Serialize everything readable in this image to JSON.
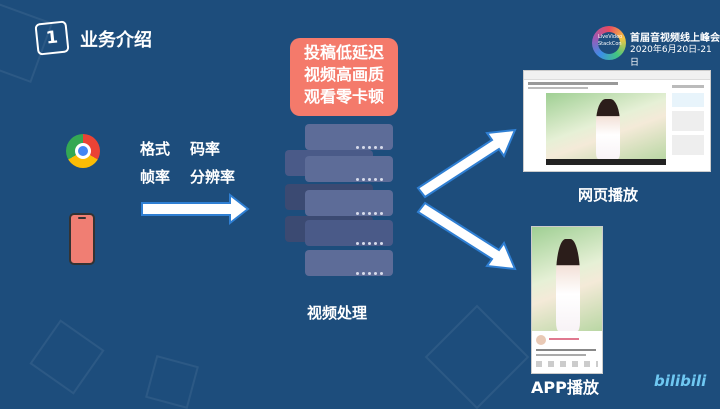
{
  "header": {
    "section_number": "1",
    "title": "业务介绍"
  },
  "summit": {
    "logo_text": "LiveVideo StackCon",
    "title": "首届音视频线上峰会",
    "date": "2020年6月20日-21日"
  },
  "bubble": {
    "lines": [
      "投稿低延迟",
      "视频高画质",
      "观看零卡顿"
    ]
  },
  "params": {
    "row1": [
      "格式",
      "码率"
    ],
    "row2": [
      "帧率",
      "分辨率"
    ]
  },
  "labels": {
    "processing": "视频处理",
    "web_playback": "网页播放",
    "app_playback": "APP播放"
  },
  "icons": {
    "browser": "chrome-icon",
    "phone": "phone-icon",
    "server": "server-stack-icon"
  },
  "brand": {
    "watermark": "bilibili"
  },
  "colors": {
    "background": "#1d4d7c",
    "bubble": "#f47a6b",
    "arrow_fill": "#ffffff",
    "arrow_stroke": "#2f7fd3",
    "server_light": "#5d6c98",
    "server_dark": "#3b4a72"
  }
}
